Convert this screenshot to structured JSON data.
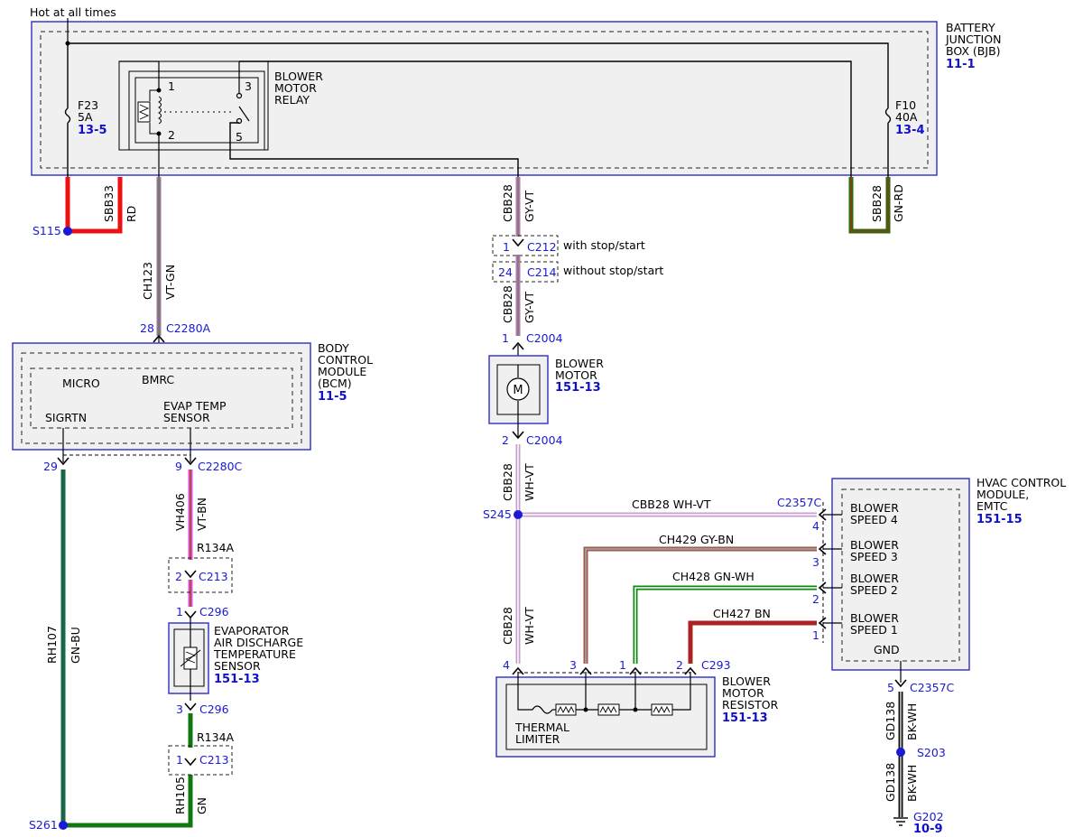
{
  "colors": {
    "module_border": "#3a3acc",
    "module_fill": "#f0f0f0",
    "splice_dot": "#1a1ad6",
    "connector_label": "#1a1ad6",
    "ref_label": "#1010cc"
  },
  "header": {
    "hot_label": "Hot at all times"
  },
  "bjb": {
    "name_lines": [
      "BATTERY",
      "JUNCTION",
      "BOX (BJB)"
    ],
    "ref": "11-1",
    "fuse_f23": {
      "name": "F23",
      "rating": "5A",
      "ref": "13-5"
    },
    "fuse_f10": {
      "name": "F10",
      "rating": "40A",
      "ref": "13-4"
    },
    "relay": {
      "name_lines": [
        "BLOWER",
        "MOTOR",
        "RELAY"
      ],
      "pins": [
        "1",
        "2",
        "3",
        "5"
      ]
    }
  },
  "bcm": {
    "name_lines": [
      "BODY",
      "CONTROL",
      "MODULE",
      "(BCM)"
    ],
    "ref": "11-5",
    "micro": "MICRO",
    "bmrc": "BMRC",
    "sigrtn": "SIGRTN",
    "evap_lines": [
      "EVAP TEMP",
      "SENSOR"
    ]
  },
  "blower_motor": {
    "name_lines": [
      "BLOWER",
      "MOTOR"
    ],
    "ref": "151-13",
    "symbol": "M"
  },
  "evap_sensor": {
    "name_lines": [
      "EVAPORATOR",
      "AIR DISCHARGE",
      "TEMPERATURE",
      "SENSOR"
    ],
    "ref": "151-13"
  },
  "hvac": {
    "name_lines": [
      "HVAC CONTROL",
      "MODULE,",
      "EMTC"
    ],
    "ref": "151-15",
    "speeds": [
      {
        "line1": "BLOWER",
        "line2": "SPEED 4",
        "pin": "4"
      },
      {
        "line1": "BLOWER",
        "line2": "SPEED 3",
        "pin": "3"
      },
      {
        "line1": "BLOWER",
        "line2": "SPEED 2",
        "pin": "2"
      },
      {
        "line1": "BLOWER",
        "line2": "SPEED 1",
        "pin": "1"
      }
    ],
    "gnd": "GND"
  },
  "resistor": {
    "name_lines": [
      "BLOWER",
      "MOTOR",
      "RESISTOR"
    ],
    "ref": "151-13",
    "thermal_lines": [
      "THERMAL",
      "LIMITER"
    ],
    "pins": [
      "4",
      "3",
      "1",
      "2"
    ],
    "connector": "C293"
  },
  "wires": {
    "sbb33": {
      "circuit": "SBB33",
      "color": "RD"
    },
    "ch123": {
      "circuit": "CH123",
      "color": "VT-GN"
    },
    "cbb28_top": {
      "circuit": "CBB28",
      "color": "GY-VT"
    },
    "cbb28_mid": {
      "circuit": "CBB28",
      "color": "GY-VT"
    },
    "cbb28_low": {
      "circuit": "CBB28",
      "color": "WH-VT"
    },
    "cbb28_res": {
      "circuit": "CBB28",
      "color": "WH-VT"
    },
    "sbb28": {
      "circuit": "SBB28",
      "color": "GN-RD"
    },
    "vh406": {
      "circuit": "VH406",
      "color": "VT-BN"
    },
    "rh107": {
      "circuit": "RH107",
      "color": "GN-BU"
    },
    "rh105": {
      "circuit": "RH105",
      "color": "GN"
    },
    "gd138_a": {
      "circuit": "GD138",
      "color": "BK-WH"
    },
    "gd138_b": {
      "circuit": "GD138",
      "color": "BK-WH"
    },
    "h_cbb28": "CBB28  WH-VT",
    "h_ch429": "CH429  GY-BN",
    "h_ch428": "CH428  GN-WH",
    "h_ch427": "CH427  BN"
  },
  "splices": {
    "s115": "S115",
    "s245": "S245",
    "s261": "S261",
    "s203": "S203"
  },
  "connectors": {
    "c212": {
      "pin": "1",
      "name": "C212",
      "note": "with stop/start"
    },
    "c214": {
      "pin": "24",
      "name": "C214",
      "note": "without stop/start"
    },
    "c2280a": {
      "pin": "28",
      "name": "C2280A"
    },
    "c2004_top": {
      "pin": "1",
      "name": "C2004"
    },
    "c2004_bot": {
      "pin": "2",
      "name": "C2004"
    },
    "c2280c_29": {
      "pin": "29"
    },
    "c2280c_9": {
      "pin": "9",
      "name": "C2280C"
    },
    "r134a_top": "R134A",
    "c213_top": {
      "pin": "2",
      "name": "C213"
    },
    "c296_top": {
      "pin": "1",
      "name": "C296"
    },
    "c296_bot": {
      "pin": "3",
      "name": "C296"
    },
    "r134a_bot": "R134A",
    "c213_bot": {
      "pin": "1",
      "name": "C213"
    },
    "c2357c_top": "C2357C",
    "c2357c_bot": {
      "pin": "5",
      "name": "C2357C"
    },
    "g202": {
      "name": "G202",
      "ref": "10-9"
    }
  }
}
